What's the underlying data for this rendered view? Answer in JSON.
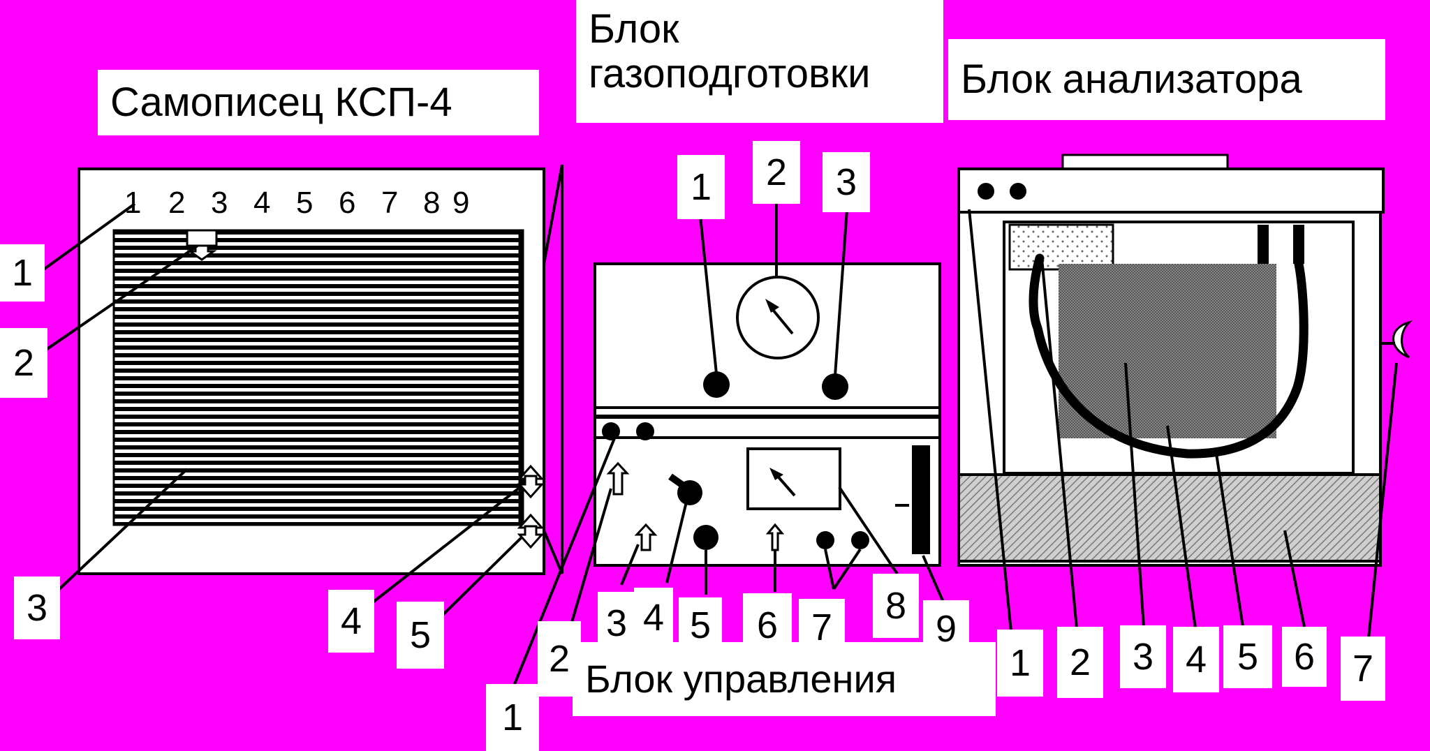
{
  "titles": {
    "recorder": "Самописец КСП-4",
    "gasprep_line1": "Блок",
    "gasprep_line2": "газоподготовки",
    "analyzer": "Блок анализатора",
    "control": "Блок управления"
  },
  "recorder": {
    "scale": [
      "1",
      "2",
      "3",
      "4",
      "5",
      "6",
      "7",
      "8",
      "9"
    ],
    "labels": [
      "1",
      "2",
      "3",
      "4",
      "5"
    ]
  },
  "gasprep": {
    "labels": [
      "1",
      "2",
      "3"
    ]
  },
  "control": {
    "labels": [
      "1",
      "2",
      "3",
      "4",
      "5",
      "6",
      "7",
      "8",
      "9"
    ]
  },
  "analyzer": {
    "labels": [
      "1",
      "2",
      "3",
      "4",
      "5",
      "6",
      "7"
    ]
  },
  "colors": {
    "background": "#ff00ff",
    "panel": "#ffffff",
    "ink": "#000000"
  }
}
